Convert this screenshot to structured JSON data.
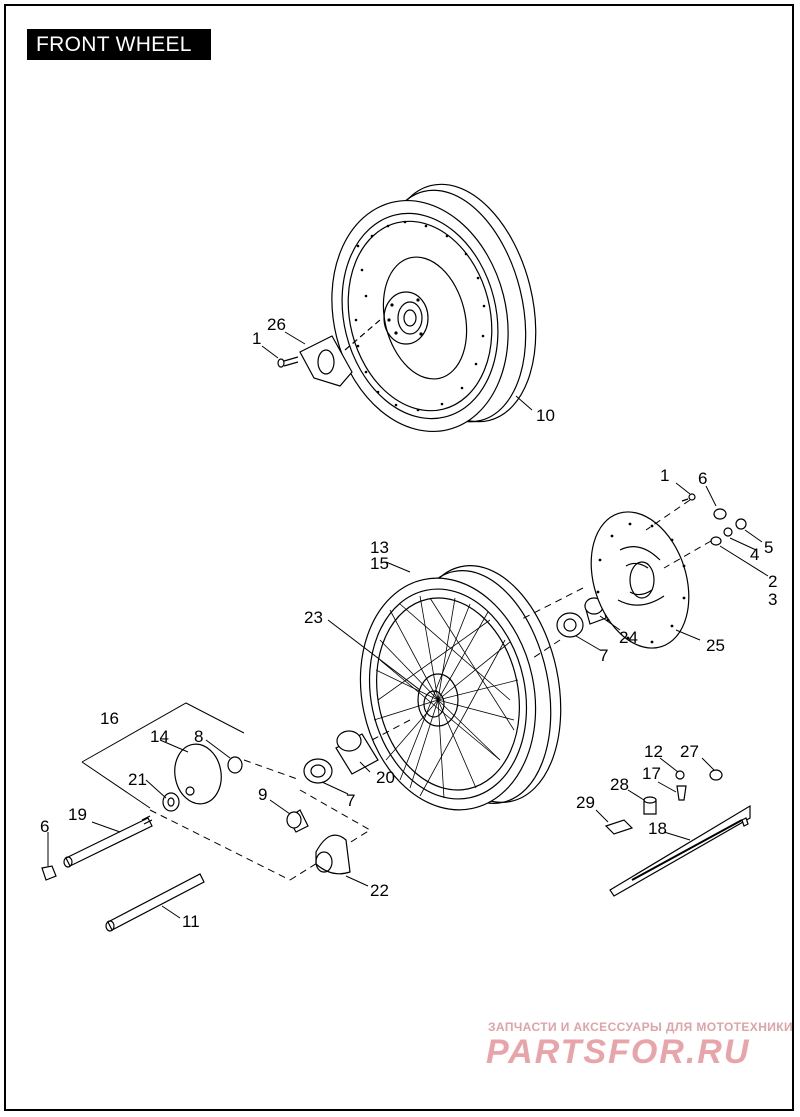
{
  "title": "FRONT WHEEL",
  "callouts": {
    "c1a": "1",
    "c26": "26",
    "c10": "10",
    "c1b": "1",
    "c6a": "6",
    "c5": "5",
    "c4": "4",
    "c2": "2",
    "c3": "3",
    "c13": "13",
    "c15": "15",
    "c23": "23",
    "c24": "24",
    "c25": "25",
    "c7a": "7",
    "c16": "16",
    "c14": "14",
    "c8": "8",
    "c21": "21",
    "c19": "19",
    "c6b": "6",
    "c9": "9",
    "c7b": "7",
    "c20": "20",
    "c22": "22",
    "c11": "11",
    "c12": "12",
    "c27": "27",
    "c17": "17",
    "c28": "28",
    "c29": "29",
    "c18": "18"
  },
  "watermark": {
    "tagline": "ЗАПЧАСТИ И АКСЕССУАРЫ ДЛЯ МОТОТЕХНИКИ",
    "logo": "PARTSFOR.RU"
  }
}
